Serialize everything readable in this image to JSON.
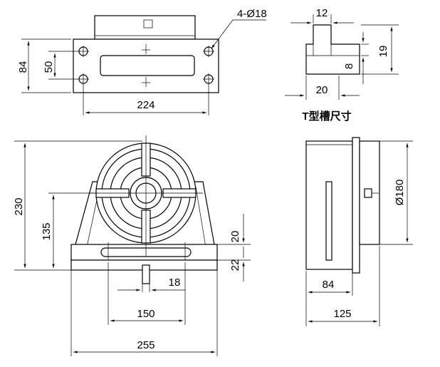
{
  "dimensions": {
    "holes": "4-Ø18",
    "base_height": "84",
    "hole_spacing_v": "50",
    "base_width": "224",
    "slot_top": "12",
    "slot_depth": "19",
    "slot_neck": "8",
    "slot_width": "20",
    "total_height": "230",
    "center_height": "135",
    "base_thick": "20",
    "slot_offset": "22",
    "key_width": "18",
    "hole_spacing_h": "150",
    "total_width": "255",
    "diameter": "Ø180",
    "side_base": "84",
    "side_total": "125"
  },
  "caption": "T型槽尺寸"
}
